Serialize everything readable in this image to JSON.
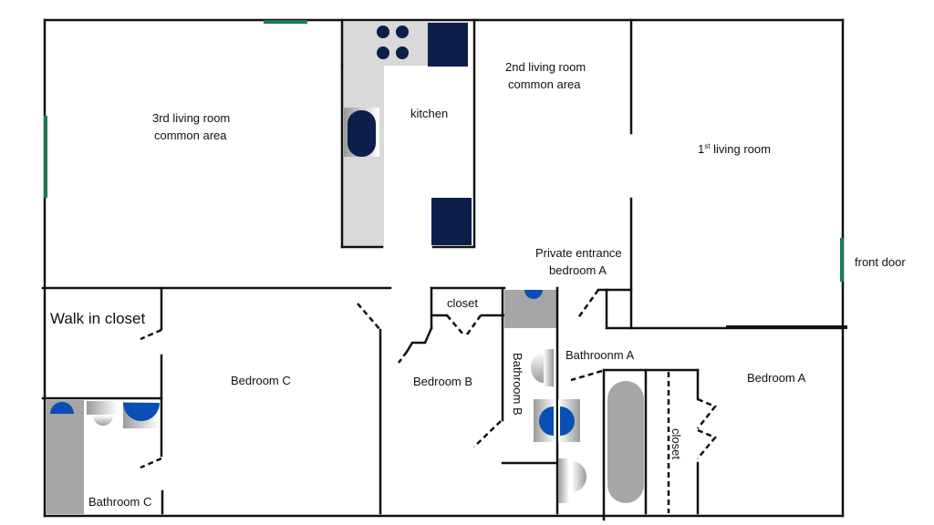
{
  "plan": {
    "rooms": {
      "living3": [
        "3rd  living room",
        "common area"
      ],
      "kitchen": "kitchen",
      "living2": [
        "2nd  living room",
        "common area"
      ],
      "living1_num": "1",
      "living1_sup": "st",
      "living1_rest": " living room",
      "private_entrance": [
        "Private entrance",
        "bedroom A"
      ],
      "front_door": "front door",
      "walk_in_closet": "Walk in closet",
      "bedroom_c": "Bedroom C",
      "bathroom_c": "Bathroom C",
      "bedroom_b": "Bedroom B",
      "closet_b": "closet",
      "bathroom_b": "Bathroom B",
      "bathroom_a": "Bathroonm A",
      "closet_a": "closet",
      "bedroom_a": "Bedroom A"
    },
    "colors": {
      "wall": "#111111",
      "window": "#1e7a52",
      "appliance": "#0b1f4a",
      "fixture_blue": "#0a4fb3",
      "counter": "#d9d9d9",
      "tub": "#a6a6a6"
    }
  }
}
